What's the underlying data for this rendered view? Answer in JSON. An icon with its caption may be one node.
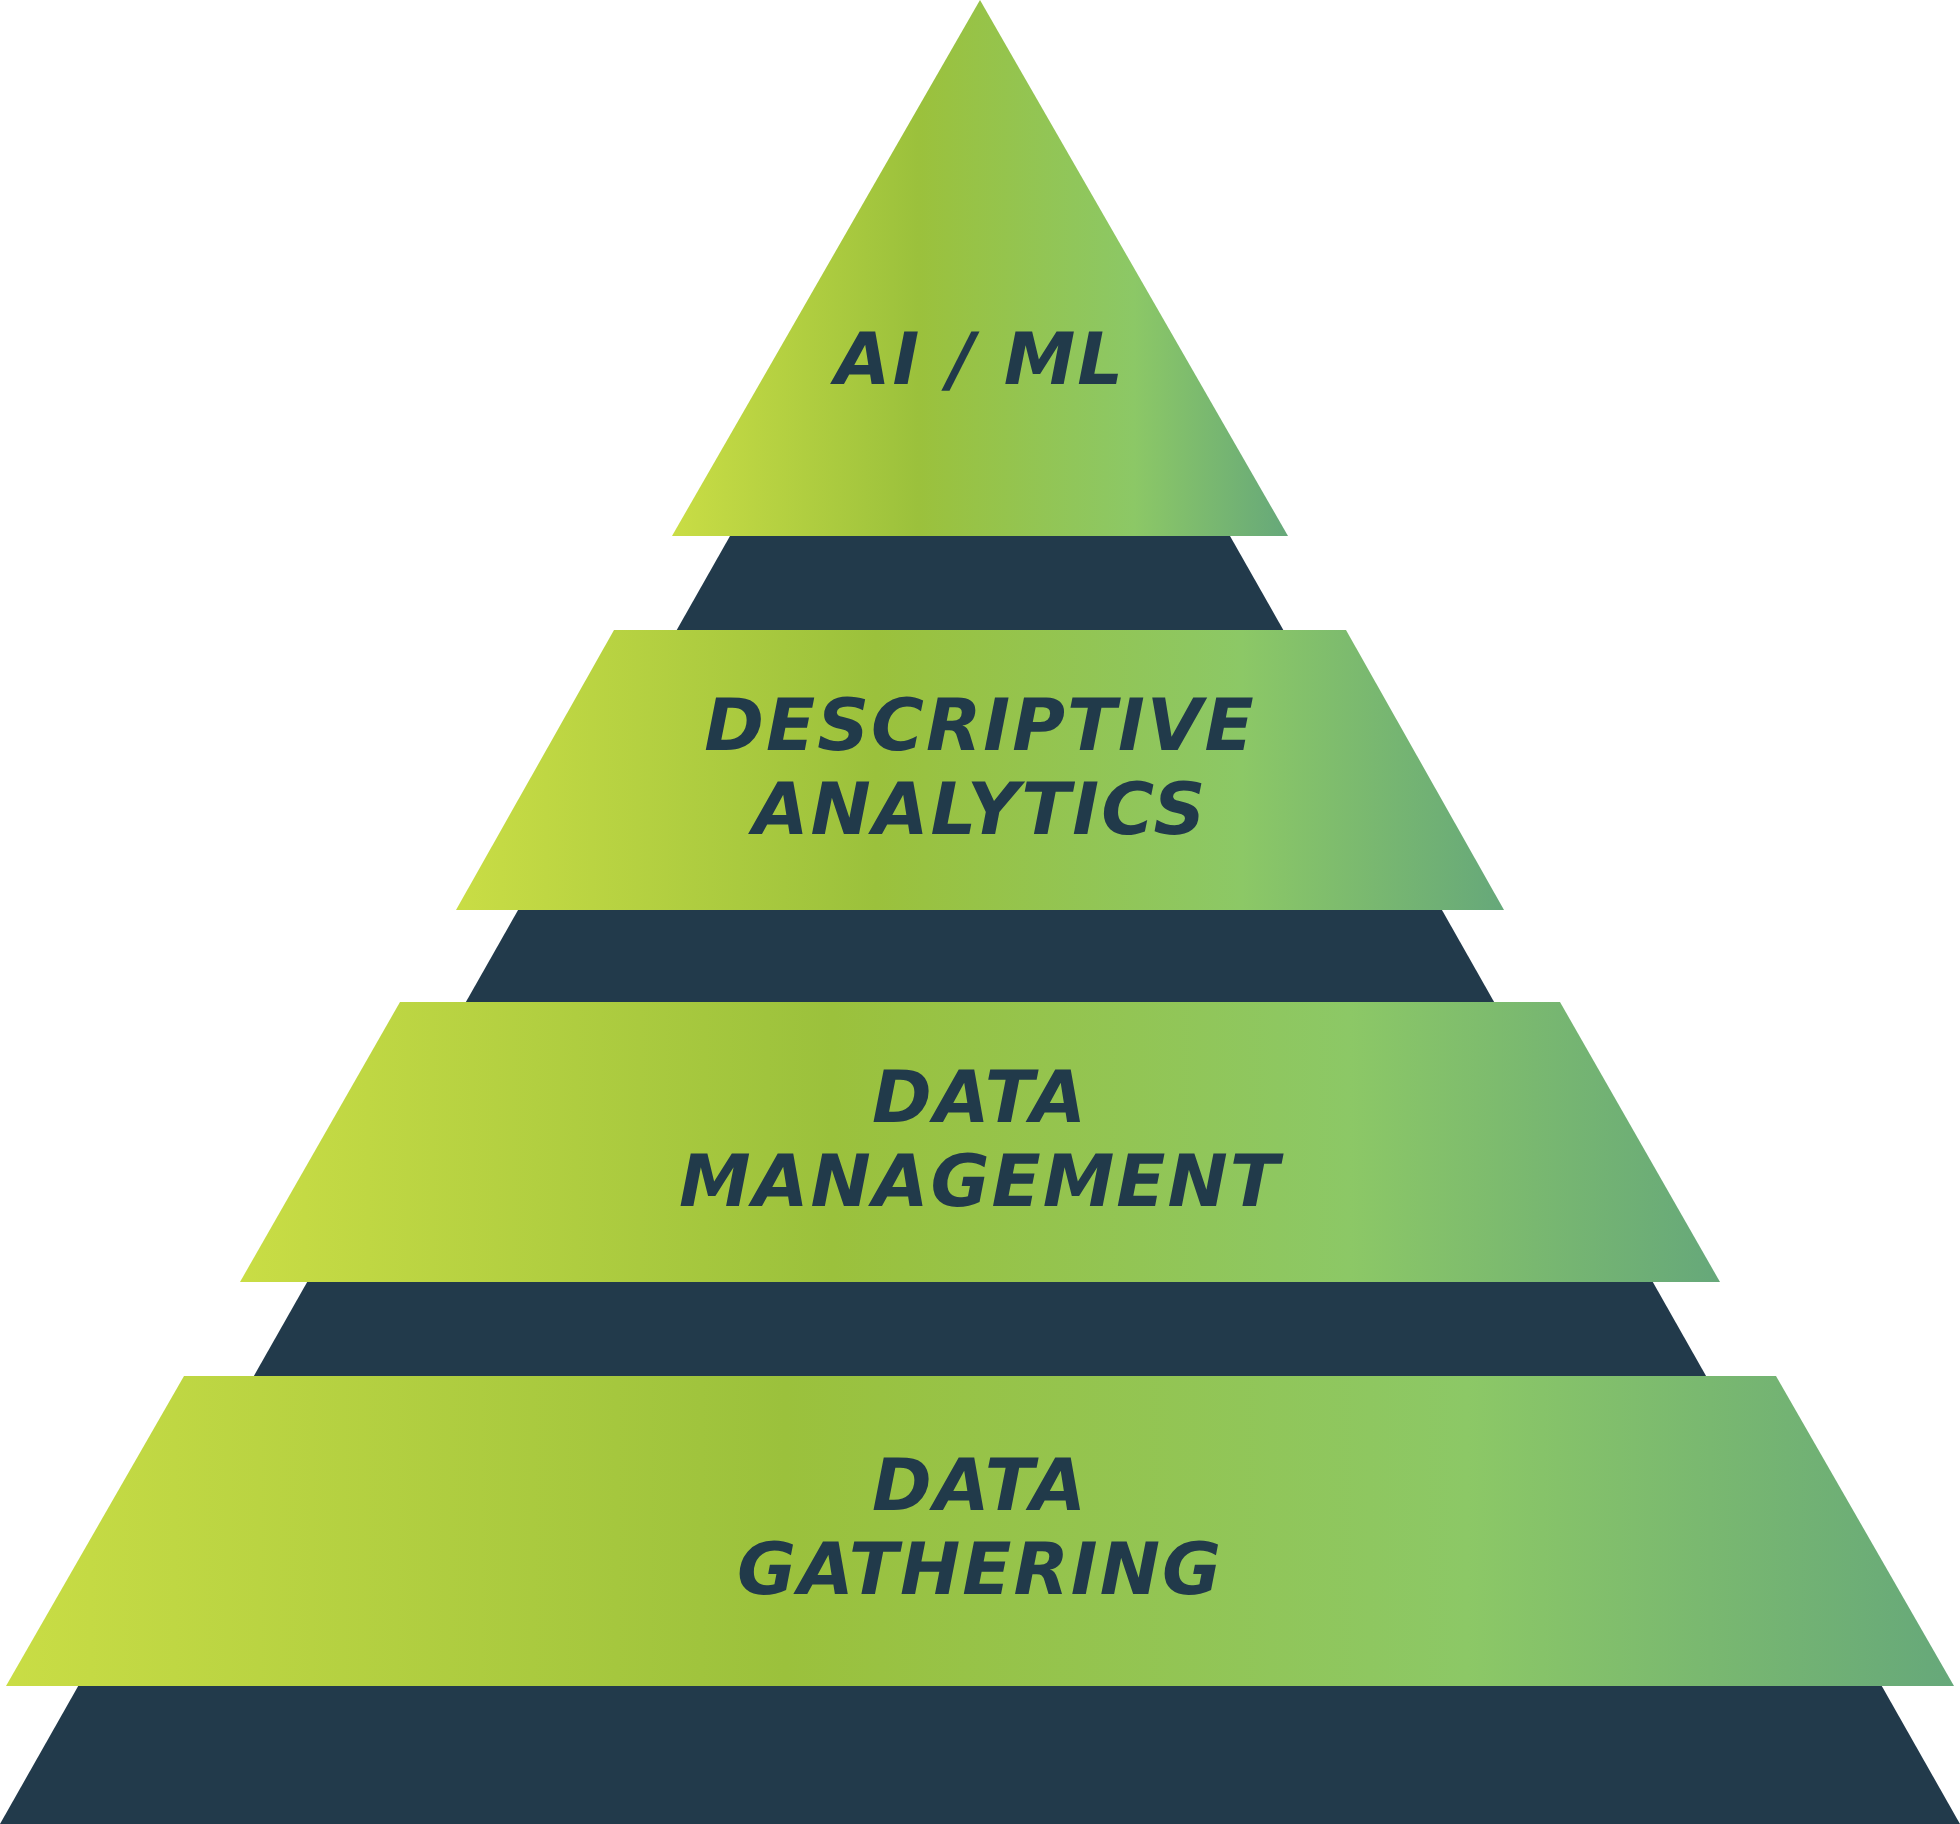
{
  "diagram": {
    "nodes": [
      {
        "text": [
          "AI / ML"
        ]
      },
      {
        "text": [
          "DESCRIPTIVE ANALYTICS"
        ]
      },
      {
        "text": [
          "DATA MANAGEMENT"
        ]
      },
      {
        "text": [
          "DATA GATHERING"
        ]
      }
    ]
  }
}
